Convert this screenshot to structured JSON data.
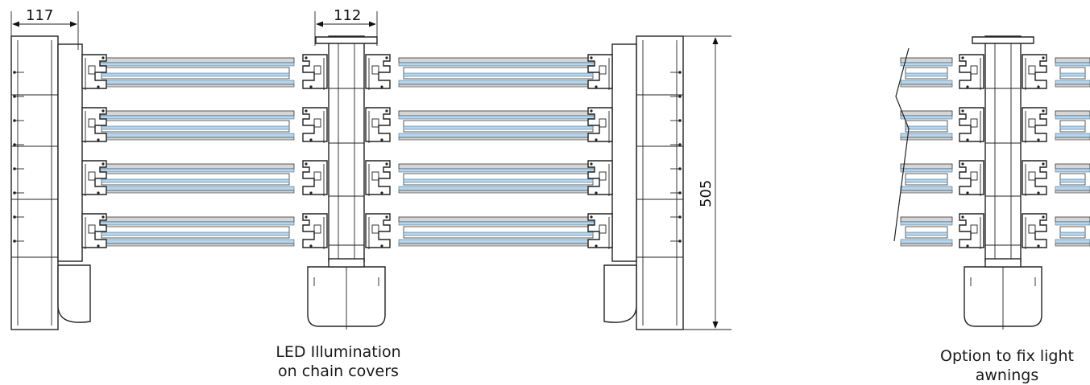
{
  "dimensions": {
    "left_post_width": "117",
    "middle_post_width": "112",
    "height": "505"
  },
  "captions": {
    "left_line1": "LED Illumination",
    "left_line2": "on chain covers",
    "right_line1": "Option to fix light",
    "right_line2": "awnings"
  },
  "colors": {
    "led_strip": "#b5d6ee",
    "line": "#222222",
    "frame_gray": "#d6d6d6"
  }
}
